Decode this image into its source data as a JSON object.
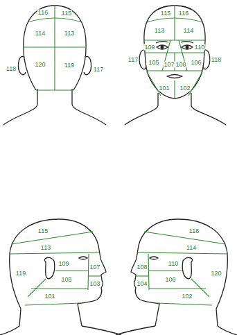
{
  "diagram": {
    "labels": [
      "116",
      "115",
      "114",
      "113",
      "118",
      "120",
      "119",
      "117",
      "115",
      "116",
      "113",
      "114",
      "109",
      "110",
      "117",
      "105",
      "107",
      "108",
      "106",
      "118",
      "101",
      "102",
      "115",
      "113",
      "119",
      "109",
      "107",
      "105",
      "103",
      "101",
      "116",
      "114",
      "120",
      "110",
      "108",
      "106",
      "104",
      "102"
    ]
  }
}
